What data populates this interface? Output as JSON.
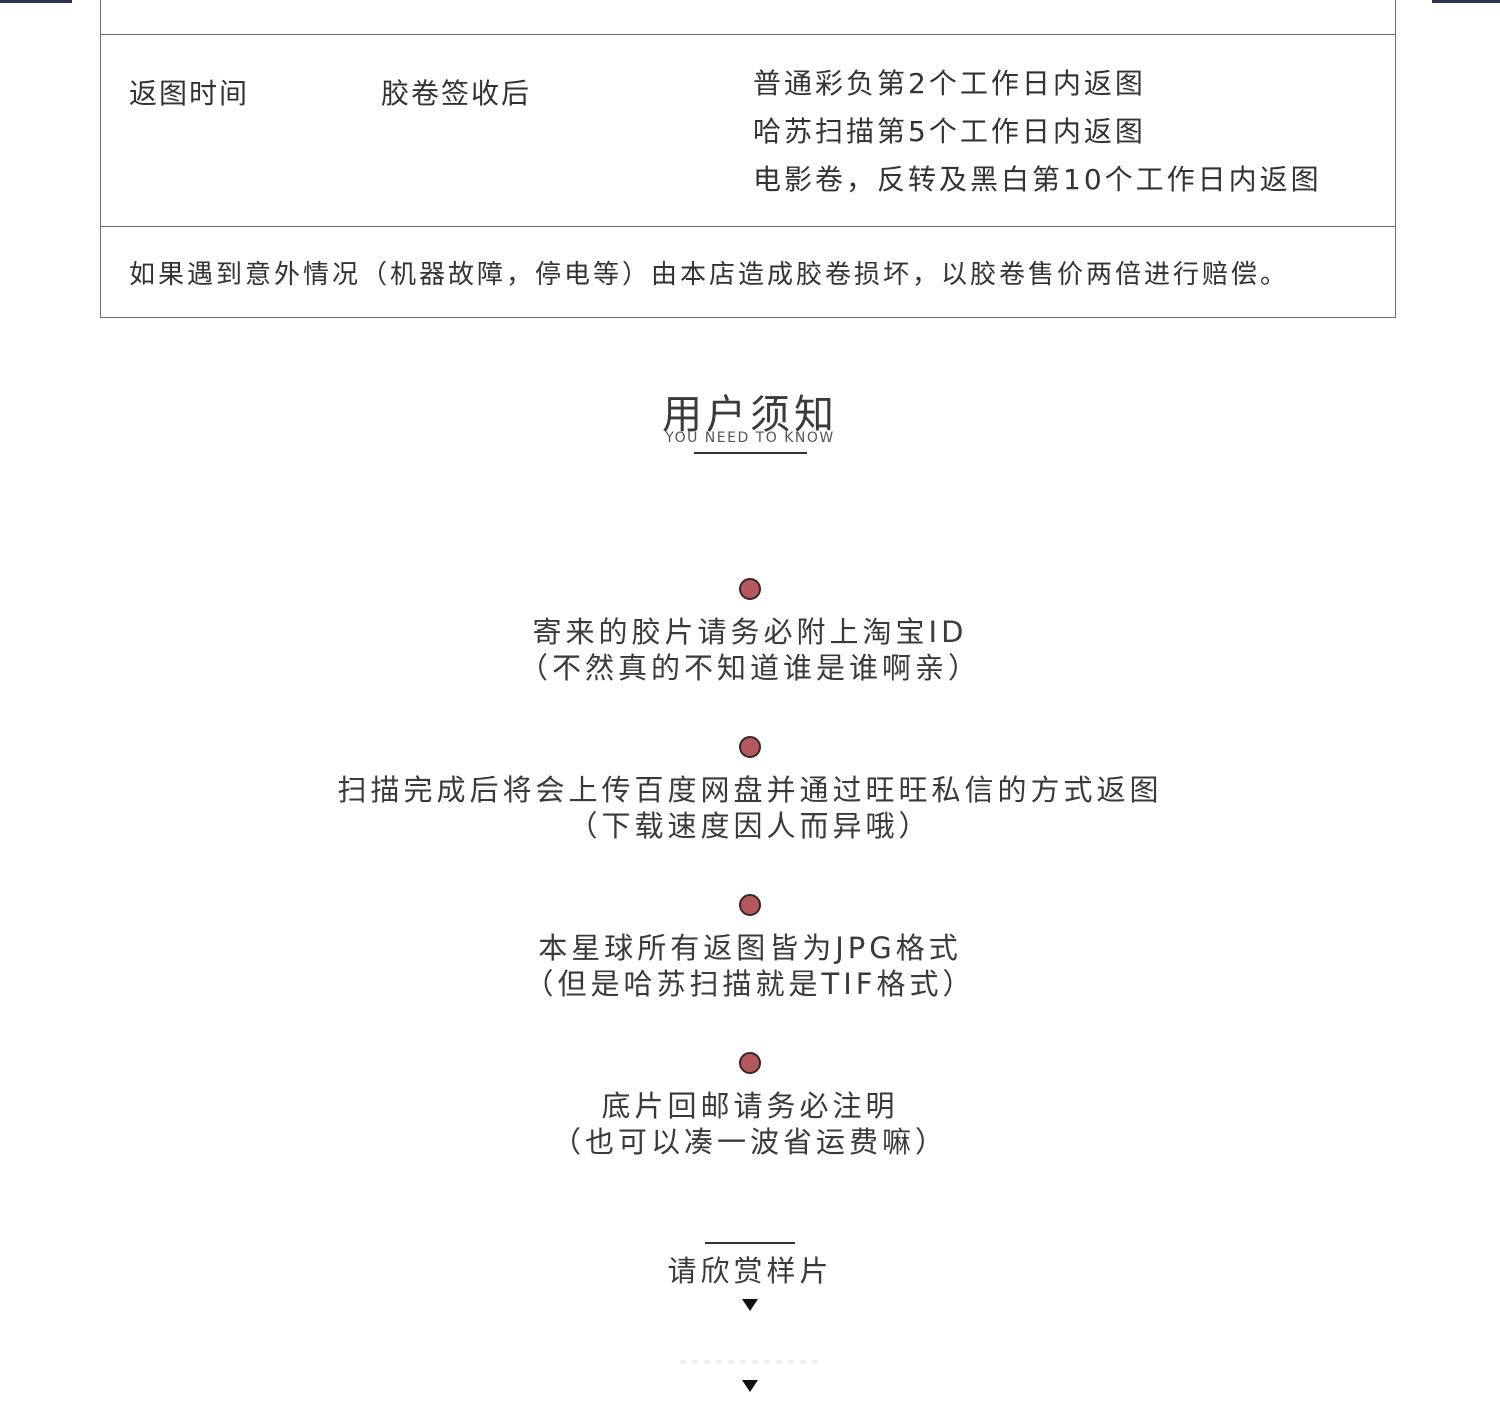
{
  "table": {
    "cut_row_text": "",
    "return_time": {
      "label": "返图时间",
      "condition": "胶卷签收后",
      "lines": [
        "普通彩负第2个工作日内返图",
        "哈苏扫描第5个工作日内返图",
        "电影卷，反转及黑白第10个工作日内返图"
      ]
    },
    "note": "如果遇到意外情况（机器故障，停电等）由本店造成胶卷损坏，以胶卷售价两倍进行赔偿。"
  },
  "section": {
    "title": "用户须知",
    "subtitle": "YOU NEED TO KNOW"
  },
  "notices": [
    {
      "line1": "寄来的胶片请务必附上淘宝ID",
      "line2": "（不然真的不知道谁是谁啊亲）"
    },
    {
      "line1": "扫描完成后将会上传百度网盘并通过旺旺私信的方式返图",
      "line2": "（下载速度因人而异哦）"
    },
    {
      "line1": "本星球所有返图皆为JPG格式",
      "line2": "（但是哈苏扫描就是TIF格式）"
    },
    {
      "line1": "底片回邮请务必注明",
      "line2": "（也可以凑一波省运费嘛）"
    }
  ],
  "sample": {
    "label": "请欣赏样片"
  },
  "colors": {
    "dot": "#b45860",
    "border": "#6e6e6e",
    "corner": "#2e3350"
  }
}
